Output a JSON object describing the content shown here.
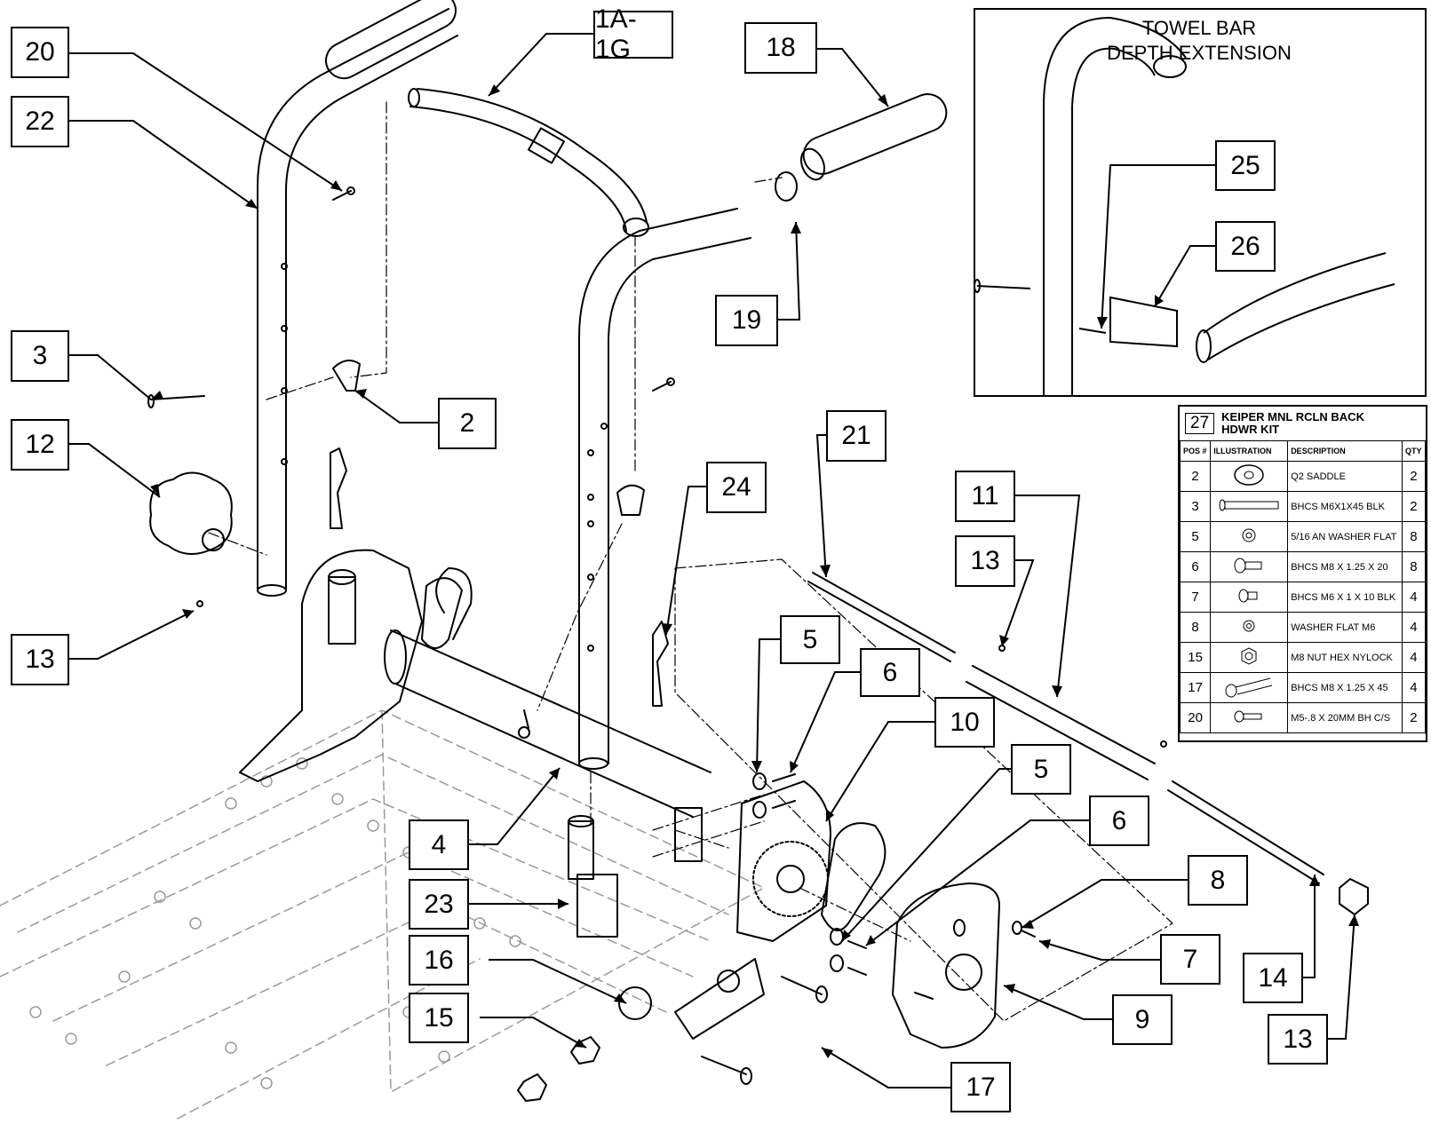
{
  "callouts": [
    {
      "id": "c20",
      "label": "20"
    },
    {
      "id": "c22",
      "label": "22"
    },
    {
      "id": "c3",
      "label": "3"
    },
    {
      "id": "c12",
      "label": "12"
    },
    {
      "id": "c13a",
      "label": "13"
    },
    {
      "id": "c1a",
      "label": "1A-1G"
    },
    {
      "id": "c2",
      "label": "2"
    },
    {
      "id": "c18",
      "label": "18"
    },
    {
      "id": "c19",
      "label": "19"
    },
    {
      "id": "c21",
      "label": "21"
    },
    {
      "id": "c24",
      "label": "24"
    },
    {
      "id": "c11",
      "label": "11"
    },
    {
      "id": "c13b",
      "label": "13"
    },
    {
      "id": "c5a",
      "label": "5"
    },
    {
      "id": "c6a",
      "label": "6"
    },
    {
      "id": "c10",
      "label": "10"
    },
    {
      "id": "c5b",
      "label": "5"
    },
    {
      "id": "c6b",
      "label": "6"
    },
    {
      "id": "c4",
      "label": "4"
    },
    {
      "id": "c23",
      "label": "23"
    },
    {
      "id": "c8",
      "label": "8"
    },
    {
      "id": "c7",
      "label": "7"
    },
    {
      "id": "c16",
      "label": "16"
    },
    {
      "id": "c15",
      "label": "15"
    },
    {
      "id": "c9",
      "label": "9"
    },
    {
      "id": "c14",
      "label": "14"
    },
    {
      "id": "c13c",
      "label": "13"
    },
    {
      "id": "c17",
      "label": "17"
    },
    {
      "id": "c25",
      "label": "25"
    },
    {
      "id": "c26",
      "label": "26"
    }
  ],
  "inset": {
    "title_line1": "TOWEL BAR",
    "title_line2": "DEPTH EXTENSION"
  },
  "kit": {
    "number": "27",
    "title_line1": "KEIPER MNL RCLN BACK",
    "title_line2": "HDWR KIT",
    "headers": [
      "POS #",
      "ILLUSTRATION",
      "DESCRIPTION",
      "QTY"
    ],
    "rows": [
      {
        "pos": "2",
        "icon": "saddle-icon",
        "desc": "Q2 SADDLE",
        "qty": "2"
      },
      {
        "pos": "3",
        "icon": "long-bolt-icon",
        "desc": "BHCS M6X1X45 BLK",
        "qty": "2"
      },
      {
        "pos": "5",
        "icon": "washer-icon",
        "desc": "5/16 AN WASHER FLAT",
        "qty": "8"
      },
      {
        "pos": "6",
        "icon": "short-bolt-icon",
        "desc": "BHCS M8 X 1.25 X 20",
        "qty": "8"
      },
      {
        "pos": "7",
        "icon": "small-bolt-icon",
        "desc": "BHCS M6 X 1 X 10 BLK",
        "qty": "4"
      },
      {
        "pos": "8",
        "icon": "washer-icon",
        "desc": "WASHER FLAT M6",
        "qty": "4"
      },
      {
        "pos": "15",
        "icon": "hex-nut-icon",
        "desc": "M8 NUT HEX NYLOCK",
        "qty": "4"
      },
      {
        "pos": "17",
        "icon": "bolt-45-icon",
        "desc": "BHCS M8 X 1.25 X 45",
        "qty": "4"
      },
      {
        "pos": "20",
        "icon": "screw-icon",
        "desc": "M5-.8 X 20MM BH C/S",
        "qty": "2"
      }
    ]
  }
}
